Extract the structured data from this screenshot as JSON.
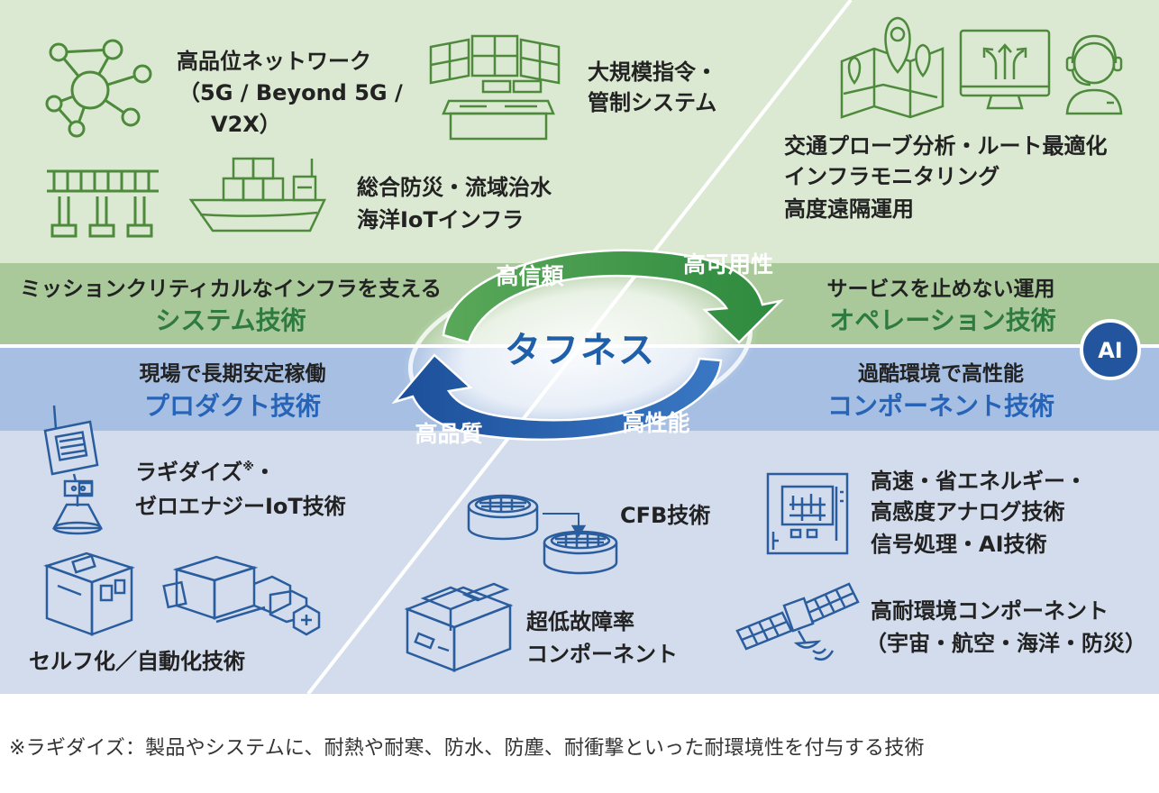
{
  "colors": {
    "green_bg": "#dbe8d2",
    "green_band": "#a9c99a",
    "green_text": "#2f7a3f",
    "green_icon": "#4e8a3c",
    "blue_bg": "#d3dced",
    "blue_band": "#a6bfe2",
    "blue_text": "#2764b8",
    "blue_icon": "#2a5d9e",
    "dark_text": "#222222",
    "center_text": "#1f5ea8",
    "ai_badge": "#23549e"
  },
  "quadrants": {
    "top_left": {
      "network_label": [
        "高品位ネットワーク",
        "（5G / Beyond 5G /",
        "V2X）"
      ],
      "command_label": [
        "大規模指令・",
        "管制システム"
      ],
      "disaster_label": [
        "総合防災・流域治水",
        "海洋IoTインフラ"
      ],
      "band_title": "ミッションクリティカルなインフラを支える",
      "band_subtitle": "システム技術"
    },
    "top_right": {
      "traffic_label": [
        "交通プローブ分析・ルート最適化",
        "インフラモニタリング",
        "高度遠隔運用"
      ],
      "band_title": "サービスを止めない運用",
      "band_subtitle": "オペレーション技術",
      "ai_badge": "AI"
    },
    "bottom_left": {
      "band_title": "現場で長期安定稼働",
      "band_subtitle": "プロダクト技術",
      "ruggedize_label_main": "ラギダイズ",
      "ruggedize_label_mark": "※",
      "ruggedize_label_tail": "・",
      "zero_energy_label": "ゼロエナジーIoT技術",
      "automation_label": "セルフ化／自動化技術"
    },
    "bottom_right": {
      "band_title": "過酷環境で高性能",
      "band_subtitle": "コンポーネント技術",
      "analog_label": [
        "高速・省エネルギー・",
        "高感度アナログ技術",
        "信号処理・AI技術"
      ],
      "harsh_label": [
        "高耐環境コンポーネント",
        "（宇宙・航空・海洋・防災）"
      ]
    },
    "bottom_center": {
      "cfb_label": "CFB技術",
      "low_failure_label": [
        "超低故障率",
        "コンポーネント"
      ]
    }
  },
  "center": {
    "title": "タフネス",
    "reliability": "高信頼",
    "availability": "高可用性",
    "quality": "高品質",
    "performance": "高性能"
  },
  "footnote": "※ラギダイズ：製品やシステムに、耐熱や耐寒、防水、防塵、耐衝撃といった耐環境性を付与する技術"
}
